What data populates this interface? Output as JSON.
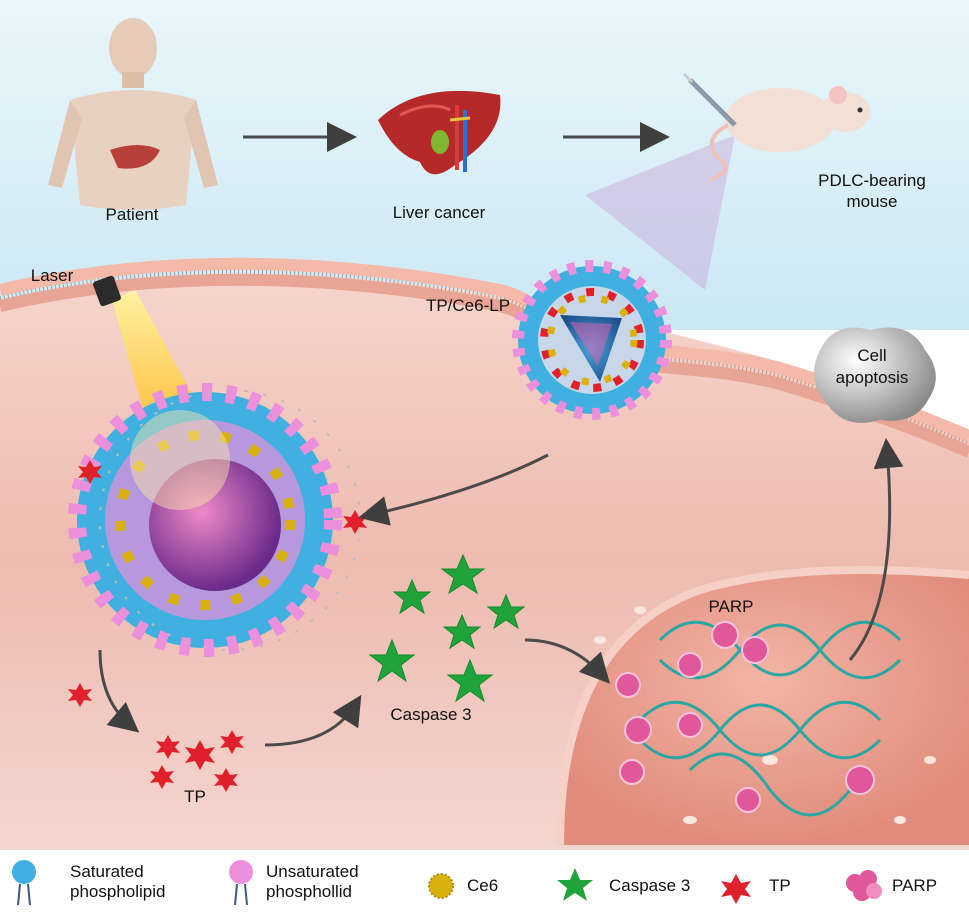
{
  "top_row": {
    "patient": "Patient",
    "liver_cancer": "Liver cancer",
    "mouse_line1": "PDLC-bearing",
    "mouse_line2": "mouse"
  },
  "labels": {
    "laser": "Laser",
    "liposome": "TP/Ce6-LP",
    "apoptosis_line1": "Cell",
    "apoptosis_line2": "apoptosis",
    "parp": "PARP",
    "caspase": "Caspase 3",
    "tp": "TP"
  },
  "legend": {
    "saturated_line1": "Saturated",
    "saturated_line2": "phospholipid",
    "unsaturated_line1": "Unsaturated",
    "unsaturated_line2": "phosphollid",
    "ce6": "Ce6",
    "caspase": "Caspase 3",
    "tp": "TP",
    "parp": "PARP"
  },
  "colors": {
    "saturated": "#3fb0e0",
    "unsaturated": "#ec8fdc",
    "ce6": "#d9b10c",
    "caspase": "#21a33b",
    "tp": "#e0202a",
    "parp": "#e0589a",
    "sky": "#d4edf6",
    "cytoplasm": "#eeb9ae"
  }
}
